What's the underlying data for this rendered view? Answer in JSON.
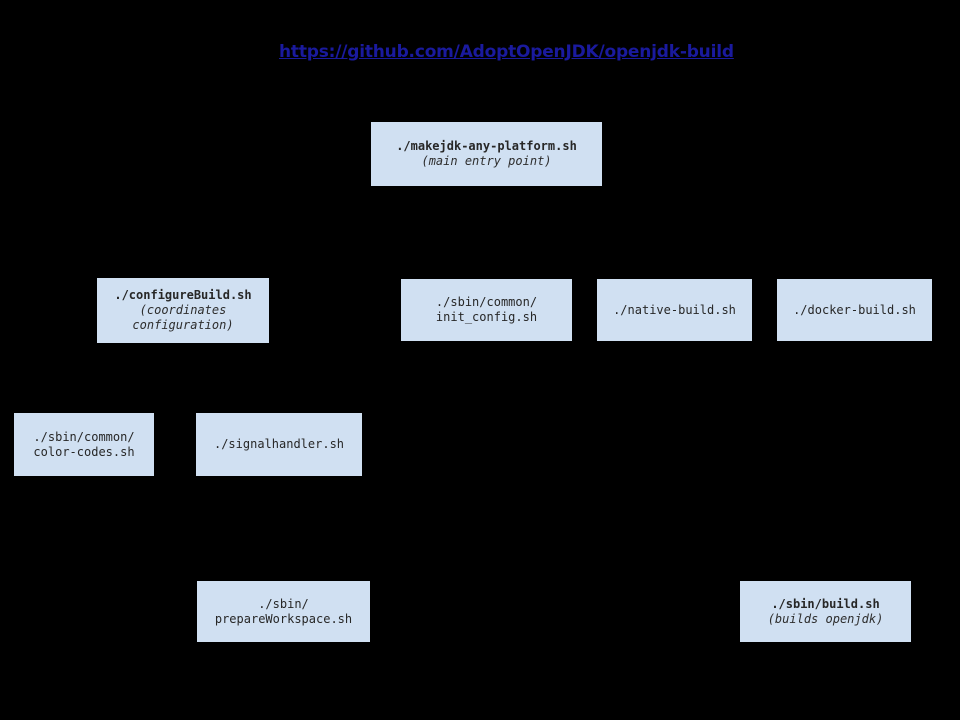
{
  "page": {
    "background_color": "#000000",
    "node_fill_color": "#d0e0f2",
    "node_text_color": "#272727",
    "link_color": "#1a1a9e"
  },
  "header": {
    "repo_link": "https://github.com/AdoptOpenJDK/openjdk-build"
  },
  "nodes": [
    {
      "id": "makejdk",
      "title": "./makejdk-any-platform.sh",
      "subtitle": "(main entry point)",
      "bold": true
    },
    {
      "id": "configure",
      "title": "./configureBuild.sh",
      "subtitle": "(coordinates\nconfiguration)",
      "bold": true
    },
    {
      "id": "initconfig",
      "title": "./sbin/common/\ninit_config.sh",
      "subtitle": "",
      "bold": false
    },
    {
      "id": "native",
      "title": "./native-build.sh",
      "subtitle": "",
      "bold": false
    },
    {
      "id": "docker",
      "title": "./docker-build.sh",
      "subtitle": "",
      "bold": false
    },
    {
      "id": "colorcodes",
      "title": "./sbin/common/\ncolor-codes.sh",
      "subtitle": "",
      "bold": false
    },
    {
      "id": "signal",
      "title": "./signalhandler.sh",
      "subtitle": "",
      "bold": false
    },
    {
      "id": "prepare",
      "title": "./sbin/\nprepareWorkspace.sh",
      "subtitle": "",
      "bold": false
    },
    {
      "id": "build",
      "title": "./sbin/build.sh",
      "subtitle": "(builds openjdk)",
      "bold": true
    }
  ]
}
